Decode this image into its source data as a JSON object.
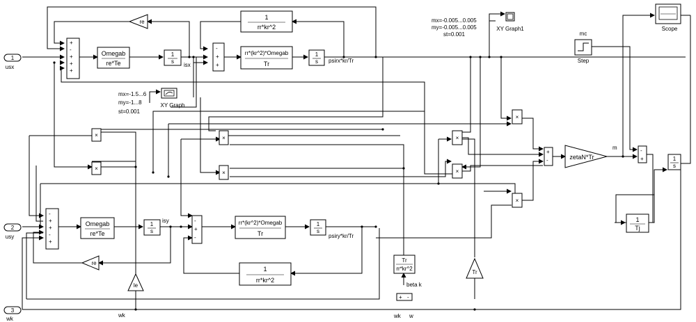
{
  "ports": {
    "usx": {
      "num": "1",
      "label": "usx"
    },
    "usy": {
      "num": "2",
      "label": "usy"
    },
    "wk": {
      "num": "3",
      "label": "wk"
    }
  },
  "gains": {
    "omegab_top": {
      "num": "Omegab",
      "den": "re*Te"
    },
    "omegab_bot": {
      "num": "Omegab",
      "den": "re*Te"
    },
    "fb_top": {
      "num": "1",
      "den": "rr*kr^2"
    },
    "fb_bot": {
      "num": "1",
      "den": "rr*kr^2"
    },
    "flux_top": {
      "num": "rr*(kr^2)*Omegab",
      "den": "Tr"
    },
    "flux_bot": {
      "num": "rr*(kr^2)*Omegab",
      "den": "Tr"
    },
    "tr_gain": {
      "num": "Tr",
      "den": "rr*kr^2"
    },
    "tj": {
      "num": "1",
      "den": "Tj"
    },
    "re_top": "re",
    "re_bot": "re",
    "le": "le",
    "tr_tri": "Tr",
    "zeta": "zetaN*Tr"
  },
  "integrators": {
    "sym": "1",
    "den": "s"
  },
  "signals": {
    "isx": "isx",
    "isy": "isy",
    "psirx": "psirx*kr/Tr",
    "psiry": "psiry*kr/Tr",
    "beta_k": "beta k",
    "m": "m",
    "wk_bottom": "wk",
    "wk_sum": "wk",
    "w_sum": "w"
  },
  "xy1": {
    "title": "XY Graph",
    "mx": "mx=-1.5...6",
    "my": "my=-1...8",
    "st": "st=0.001"
  },
  "xy2": {
    "title": "XY Graph1",
    "mx": "mx=-0.005...0.005",
    "my": "my=-0.005...0.005",
    "st": "st=0.001"
  },
  "step": {
    "label": "Step",
    "param": "mc"
  },
  "scope": {
    "label": "Scope"
  }
}
